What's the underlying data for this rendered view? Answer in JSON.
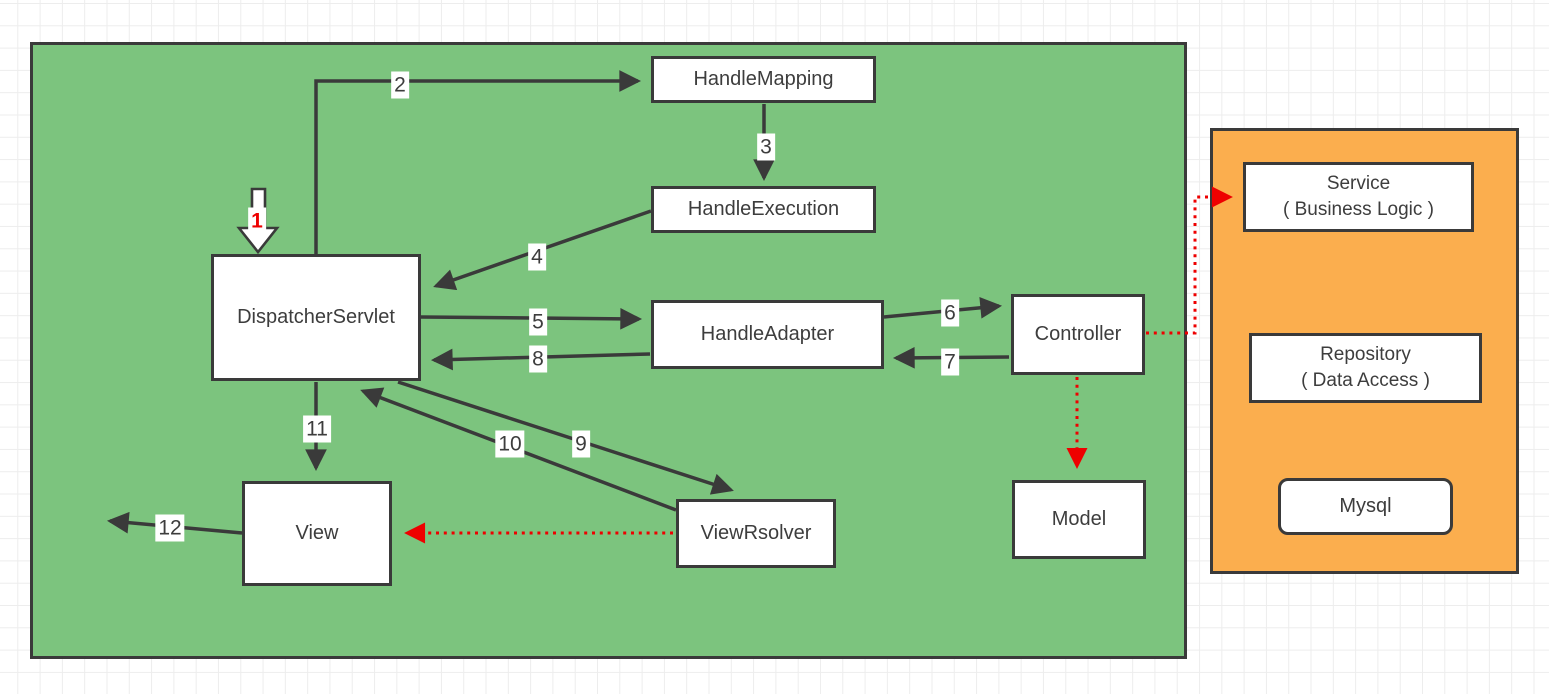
{
  "diagram": {
    "kind": "flow-diagram",
    "colors": {
      "green_panel": "#7cc47e",
      "orange_panel": "#fbae4e",
      "node_fill": "#ffffff",
      "line": "#3a3a3a",
      "red_dotted": "#ee0000",
      "grid": "#ededed"
    },
    "nodes": {
      "handle_mapping": {
        "label": "HandleMapping"
      },
      "handle_execution": {
        "label": "HandleExecution"
      },
      "dispatcher_servlet": {
        "label": "DispatcherServlet"
      },
      "handle_adapter": {
        "label": "HandleAdapter"
      },
      "controller": {
        "label": "Controller"
      },
      "view": {
        "label": "View"
      },
      "view_rsolver": {
        "label": "ViewRsolver"
      },
      "model": {
        "label": "Model"
      },
      "service": {
        "label": "Service",
        "sublabel": "( Business Logic )"
      },
      "repository": {
        "label": "Repository",
        "sublabel": "( Data  Access )"
      },
      "mysql": {
        "label": "Mysql"
      }
    },
    "steps": {
      "1": "1",
      "2": "2",
      "3": "3",
      "4": "4",
      "5": "5",
      "6": "6",
      "7": "7",
      "8": "8",
      "9": "9",
      "10": "10",
      "11": "11",
      "12": "12"
    },
    "edges": [
      {
        "step": "1",
        "from": "external-request",
        "to": "DispatcherServlet",
        "type": "hollow-arrow"
      },
      {
        "step": "2",
        "from": "DispatcherServlet",
        "to": "HandleMapping",
        "type": "solid"
      },
      {
        "step": "3",
        "from": "HandleMapping",
        "to": "HandleExecution",
        "type": "solid"
      },
      {
        "step": "4",
        "from": "HandleExecution",
        "to": "DispatcherServlet",
        "type": "solid"
      },
      {
        "step": "5",
        "from": "DispatcherServlet",
        "to": "HandleAdapter",
        "type": "solid"
      },
      {
        "step": "6",
        "from": "HandleAdapter",
        "to": "Controller",
        "type": "solid"
      },
      {
        "step": "7",
        "from": "Controller",
        "to": "HandleAdapter",
        "type": "solid"
      },
      {
        "step": "8",
        "from": "HandleAdapter",
        "to": "DispatcherServlet",
        "type": "solid"
      },
      {
        "step": "9",
        "from": "DispatcherServlet",
        "to": "ViewRsolver",
        "type": "solid"
      },
      {
        "step": "10",
        "from": "ViewRsolver",
        "to": "DispatcherServlet",
        "type": "solid"
      },
      {
        "step": "11",
        "from": "DispatcherServlet",
        "to": "View",
        "type": "solid"
      },
      {
        "step": "12",
        "from": "View",
        "to": "external-response",
        "type": "solid"
      },
      {
        "from": "Controller",
        "to": "Service",
        "type": "red-dotted"
      },
      {
        "from": "Controller",
        "to": "Model",
        "type": "red-dotted"
      },
      {
        "from": "ViewRsolver",
        "to": "View",
        "type": "red-dotted"
      }
    ]
  }
}
